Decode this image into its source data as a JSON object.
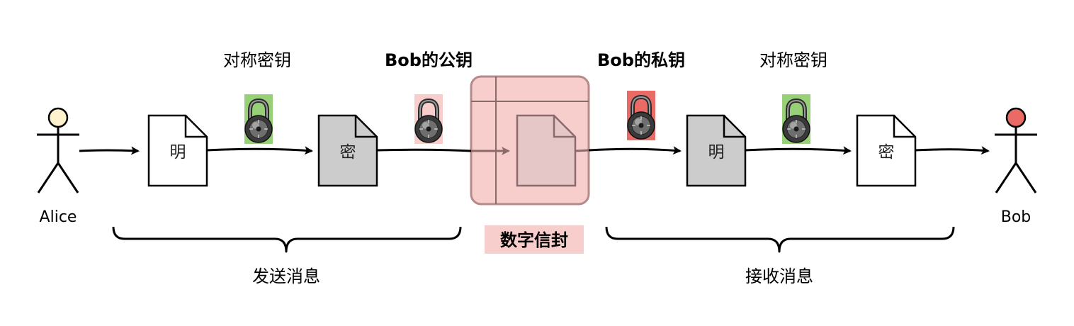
{
  "actors": {
    "sender": {
      "name": "Alice",
      "head_color": "#fff2cc"
    },
    "receiver": {
      "name": "Bob",
      "head_color": "#ea6b66"
    }
  },
  "keys": {
    "symmetric_1": {
      "label": "对称密钥",
      "bg_color": "#97d077",
      "icon": "padlock-icon"
    },
    "bob_public": {
      "label": "Bob的公钥",
      "bg_color": "#f8cecc",
      "icon": "padlock-icon"
    },
    "bob_private": {
      "label": "Bob的私钥",
      "bg_color": "#ea6b66",
      "icon": "padlock-icon"
    },
    "symmetric_2": {
      "label": "对称密钥",
      "bg_color": "#97d077",
      "icon": "padlock-icon"
    }
  },
  "documents": {
    "plain_1": {
      "text": "明",
      "fill": "#ffffff"
    },
    "cipher_1": {
      "text": "密",
      "fill": "#cccccc"
    },
    "envelope_doc": {
      "text": "",
      "fill": "#e6c7c7"
    },
    "plain_2": {
      "text": "明",
      "fill": "#cccccc"
    },
    "cipher_2": {
      "text": "密",
      "fill": "#ffffff"
    }
  },
  "envelope": {
    "label": "数字信封",
    "fill": "#f8cecc"
  },
  "groups": {
    "send": "发送消息",
    "receive": "接收消息"
  }
}
